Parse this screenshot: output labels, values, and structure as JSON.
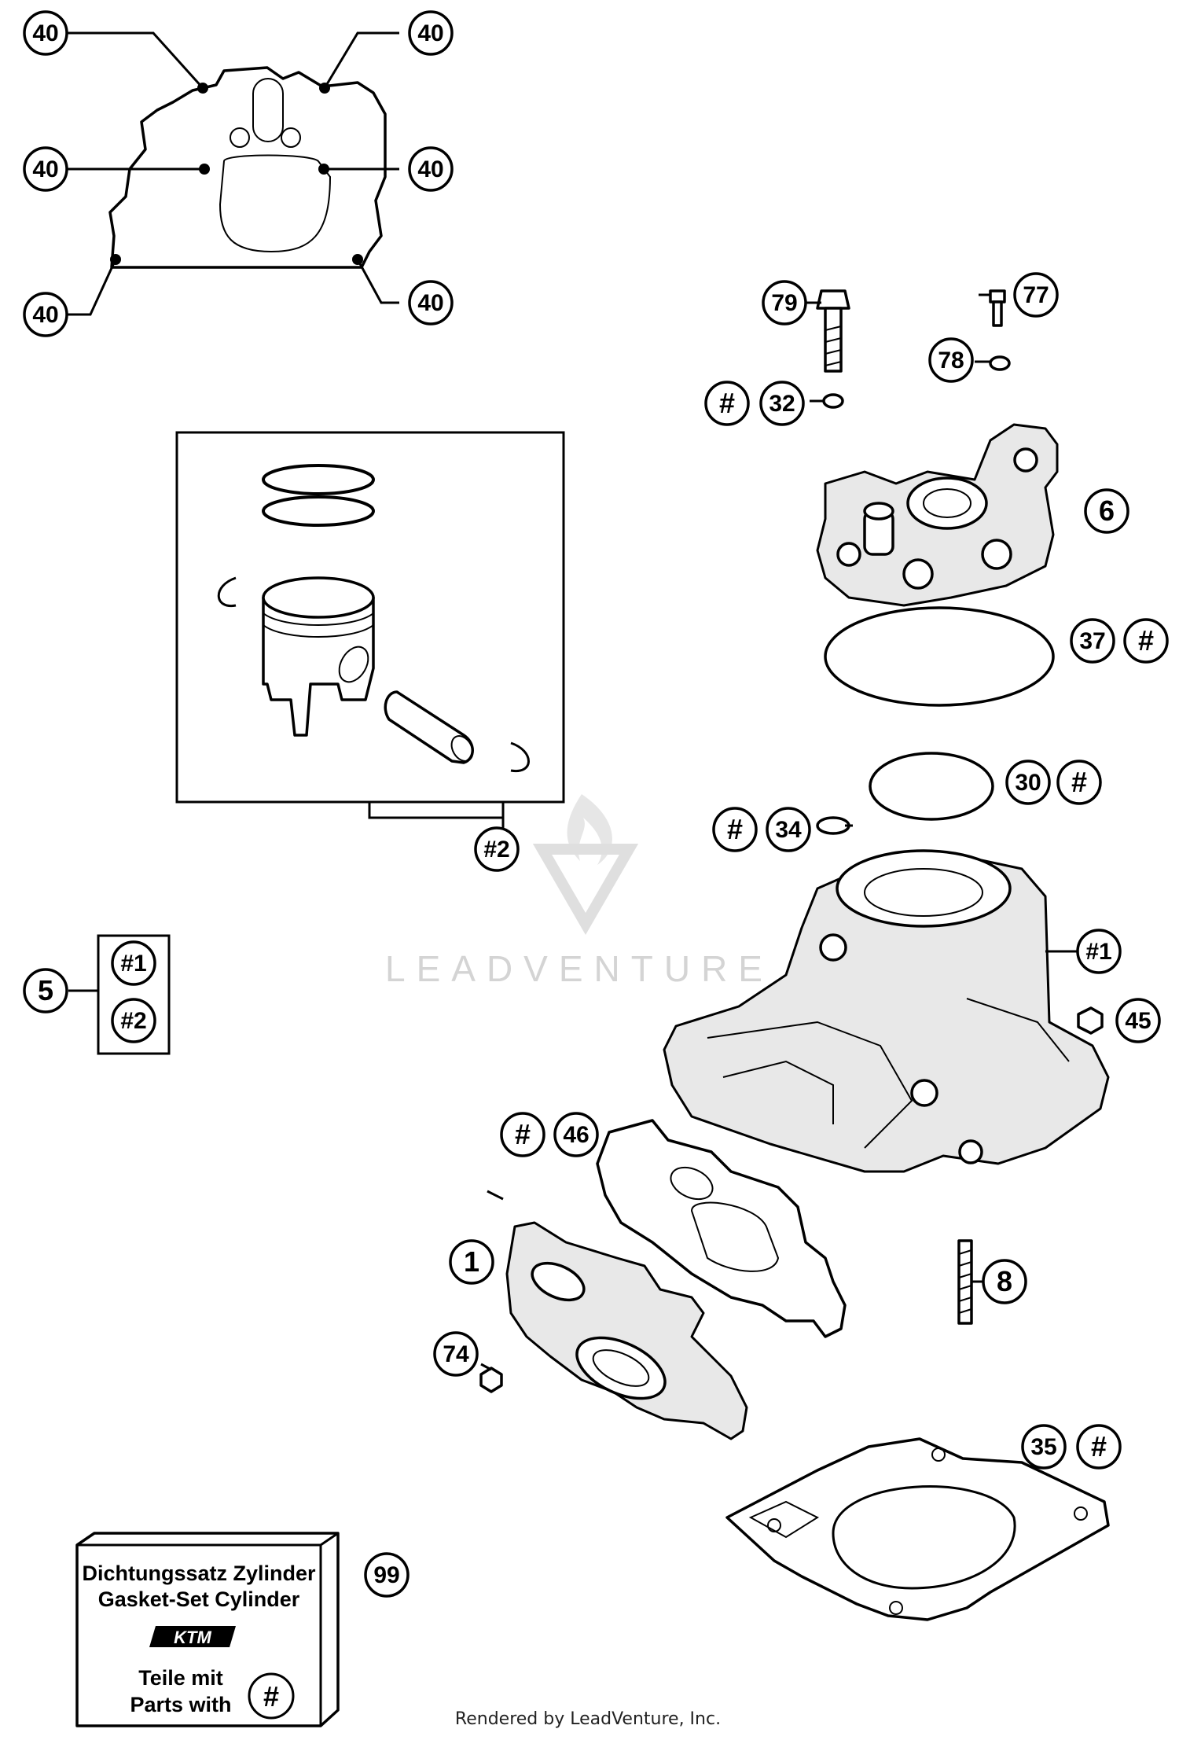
{
  "watermark": {
    "brand": "LEADVENTURE"
  },
  "footer": {
    "credit": "Rendered by LeadVenture, Inc."
  },
  "callouts": {
    "c40_tl": "40",
    "c40_tr": "40",
    "c40_ml": "40",
    "c40_mr": "40",
    "c40_bl": "40",
    "c40_br": "40",
    "c79": "79",
    "c77": "77",
    "c78": "78",
    "c32": "32",
    "c32_hash": "#",
    "c6": "6",
    "c37": "37",
    "c37_hash": "#",
    "c30": "30",
    "c30_hash": "#",
    "c34": "34",
    "c34_hash": "#",
    "c2": "#2",
    "c1": "#1",
    "c45": "45",
    "c5": "5",
    "c5_a": "#1",
    "c5_b": "#2",
    "c46": "46",
    "c46_hash": "#",
    "c1_part": "1",
    "c8": "8",
    "c74": "74",
    "c35": "35",
    "c35_hash": "#",
    "c99": "99"
  },
  "gasket_box": {
    "line1": "Dichtungssatz Zylinder",
    "line2": "Gasket-Set Cylinder",
    "logo": "KTM",
    "line3": "Teile mit",
    "line4": "Parts with",
    "symbol": "#"
  }
}
